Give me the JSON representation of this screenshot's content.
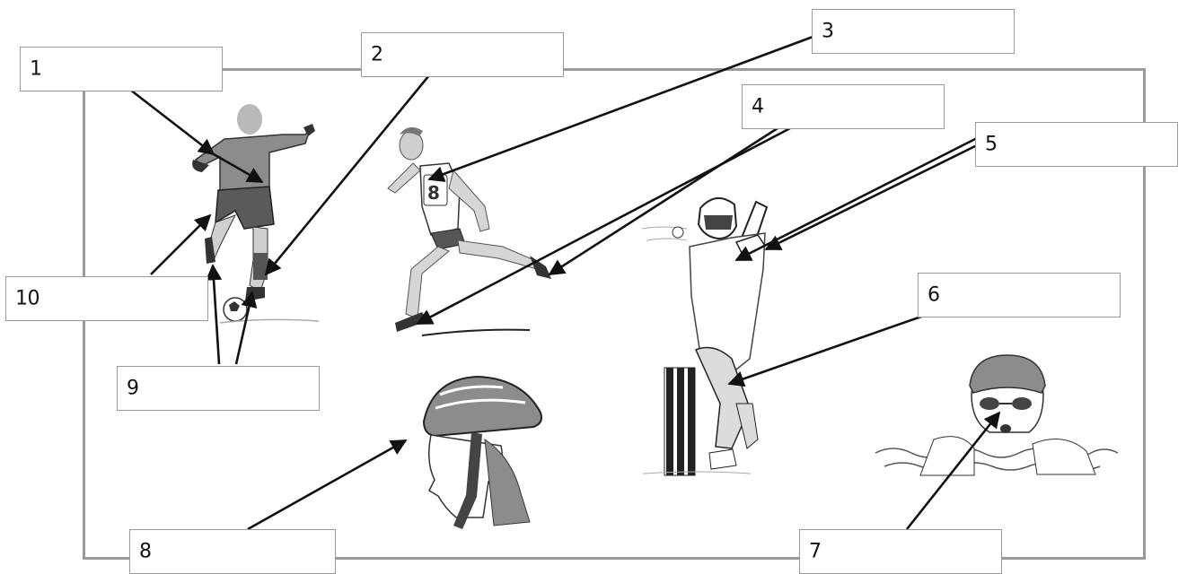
{
  "labels": [
    {
      "id": "1",
      "text": "1"
    },
    {
      "id": "2",
      "text": "2"
    },
    {
      "id": "3",
      "text": "3"
    },
    {
      "id": "4",
      "text": "4"
    },
    {
      "id": "5",
      "text": "5"
    },
    {
      "id": "6",
      "text": "6"
    },
    {
      "id": "7",
      "text": "7"
    },
    {
      "id": "8",
      "text": "8"
    },
    {
      "id": "9",
      "text": "9"
    },
    {
      "id": "10",
      "text": "10"
    }
  ],
  "illustrations": [
    "footballer-illustration",
    "runner-illustration",
    "cricketer-illustration",
    "cyclist-helmet-illustration",
    "swimmer-illustration"
  ],
  "colors": {
    "frame": "#9a9a9a",
    "arrow": "#111111",
    "figure_fill": "#8c8c8c",
    "figure_dark": "#3a3a3a"
  }
}
